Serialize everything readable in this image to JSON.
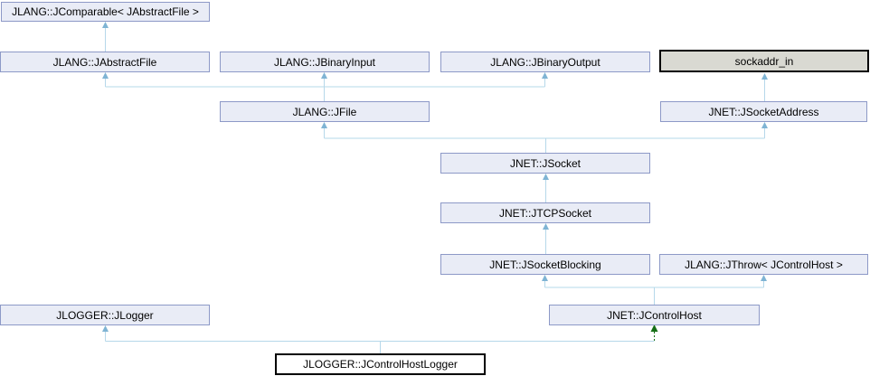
{
  "diagram": {
    "kind": "doxygen-inheritance-graph",
    "focus_class": "JLOGGER::JControlHostLogger",
    "nodes": [
      {
        "id": "jcomparable",
        "label": "JLANG::JComparable< JAbstractFile >",
        "style": "class"
      },
      {
        "id": "jabstractfile",
        "label": "JLANG::JAbstractFile",
        "style": "class"
      },
      {
        "id": "jbinaryinput",
        "label": "JLANG::JBinaryInput",
        "style": "class"
      },
      {
        "id": "jbinaryoutput",
        "label": "JLANG::JBinaryOutput",
        "style": "class"
      },
      {
        "id": "sockaddr_in",
        "label": "sockaddr_in",
        "style": "external"
      },
      {
        "id": "jfile",
        "label": "JLANG::JFile",
        "style": "class"
      },
      {
        "id": "jsocketaddress",
        "label": "JNET::JSocketAddress",
        "style": "class"
      },
      {
        "id": "jsocket",
        "label": "JNET::JSocket",
        "style": "class"
      },
      {
        "id": "jtcpsocket",
        "label": "JNET::JTCPSocket",
        "style": "class"
      },
      {
        "id": "jsocketblocking",
        "label": "JNET::JSocketBlocking",
        "style": "class"
      },
      {
        "id": "jthrow",
        "label": "JLANG::JThrow< JControlHost >",
        "style": "class"
      },
      {
        "id": "jlogger",
        "label": "JLOGGER::JLogger",
        "style": "class"
      },
      {
        "id": "jcontrolhost",
        "label": "JNET::JControlHost",
        "style": "class"
      },
      {
        "id": "jcontrolhostlogger",
        "label": "JLOGGER::JControlHostLogger",
        "style": "focus"
      }
    ],
    "edges": [
      {
        "from": "JLANG::JAbstractFile",
        "to": "JLANG::JComparable< JAbstractFile >",
        "kind": "public-inheritance"
      },
      {
        "from": "JLANG::JFile",
        "to": "JLANG::JAbstractFile",
        "kind": "public-inheritance"
      },
      {
        "from": "JLANG::JFile",
        "to": "JLANG::JBinaryInput",
        "kind": "public-inheritance"
      },
      {
        "from": "JLANG::JFile",
        "to": "JLANG::JBinaryOutput",
        "kind": "public-inheritance"
      },
      {
        "from": "JNET::JSocketAddress",
        "to": "sockaddr_in",
        "kind": "public-inheritance"
      },
      {
        "from": "JNET::JSocket",
        "to": "JLANG::JFile",
        "kind": "public-inheritance"
      },
      {
        "from": "JNET::JSocket",
        "to": "JNET::JSocketAddress",
        "kind": "public-inheritance"
      },
      {
        "from": "JNET::JTCPSocket",
        "to": "JNET::JSocket",
        "kind": "public-inheritance"
      },
      {
        "from": "JNET::JSocketBlocking",
        "to": "JNET::JTCPSocket",
        "kind": "public-inheritance"
      },
      {
        "from": "JNET::JControlHost",
        "to": "JNET::JSocketBlocking",
        "kind": "public-inheritance"
      },
      {
        "from": "JNET::JControlHost",
        "to": "JLANG::JThrow< JControlHost >",
        "kind": "public-inheritance"
      },
      {
        "from": "JLOGGER::JControlHostLogger",
        "to": "JLOGGER::JLogger",
        "kind": "public-inheritance"
      },
      {
        "from": "JLOGGER::JControlHostLogger",
        "to": "JNET::JControlHost",
        "kind": "protected-inheritance"
      }
    ],
    "colors": {
      "node_fill": "#e9ecf6",
      "node_border": "#8d99c7",
      "external_fill": "#d9d9d2",
      "external_border": "#000000",
      "focus_fill": "#ffffff",
      "focus_border": "#000000",
      "edge_line": "#b6d8ea",
      "edge_arrow": "#7fb4d4",
      "protected_edge": "#156e15",
      "text": "#000000",
      "background": "#ffffff"
    }
  }
}
